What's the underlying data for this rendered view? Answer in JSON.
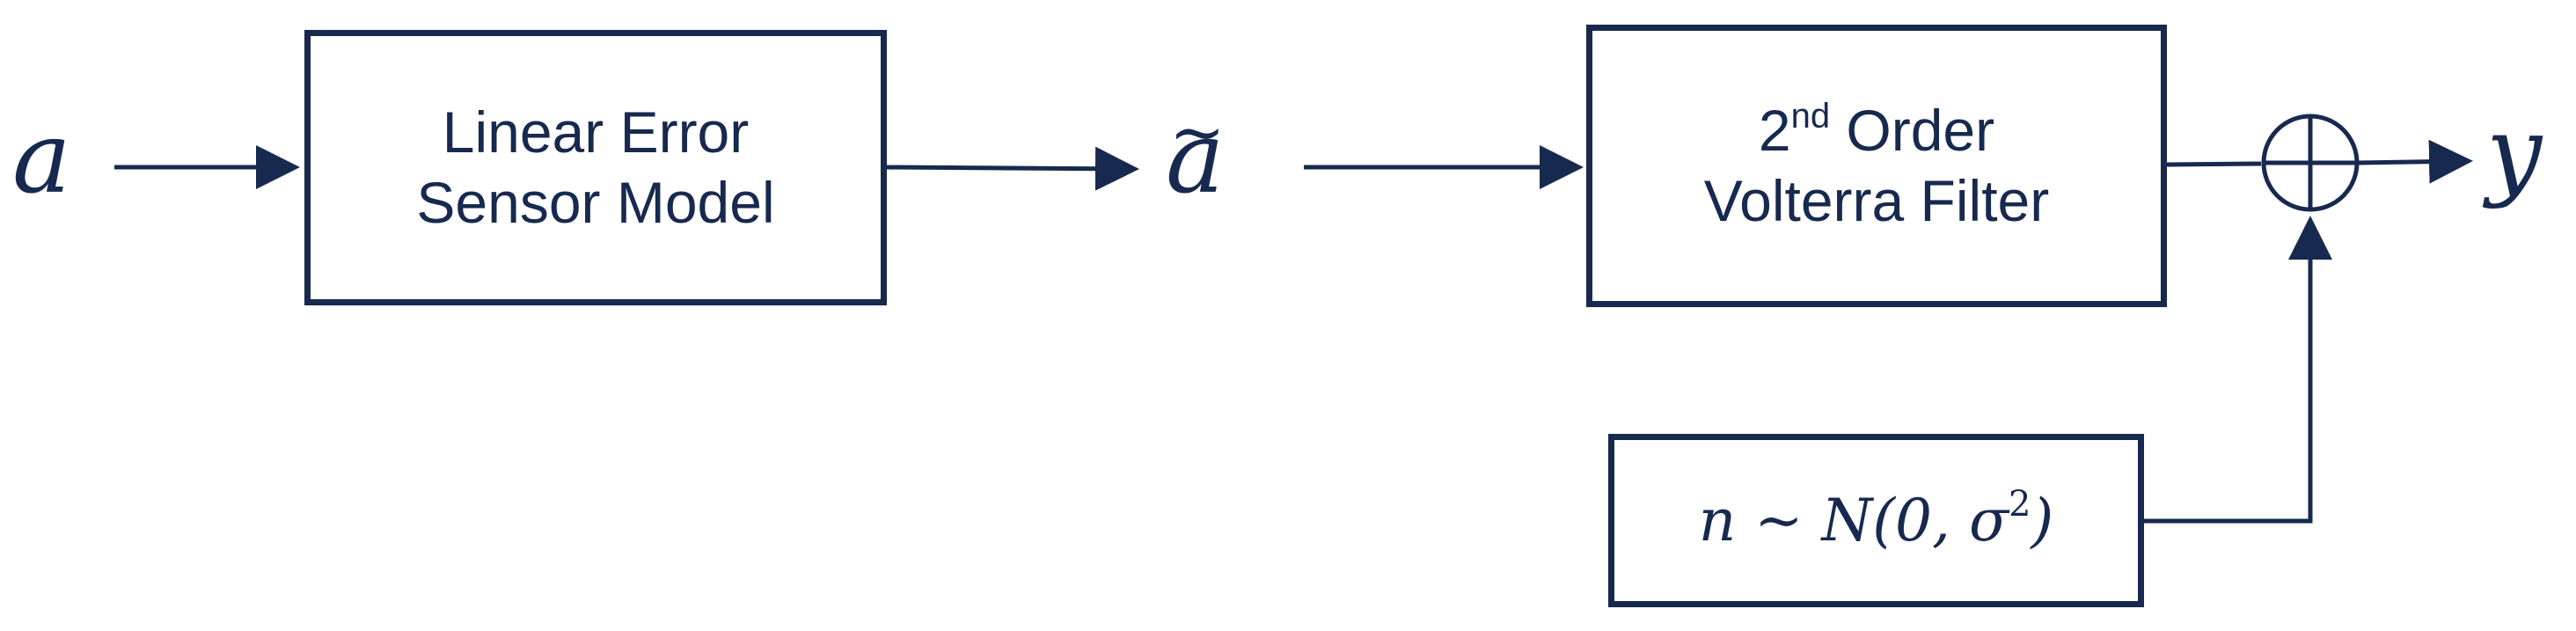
{
  "inputs": {
    "a": "a",
    "a_tilde": "a",
    "tilde": "~",
    "y": "y"
  },
  "blocks": {
    "linear": {
      "line1": "Linear Error",
      "line2": "Sensor Model"
    },
    "volterra": {
      "line1_prefix": "2",
      "line1_sup": "nd",
      "line1_suffix": " Order",
      "line2": "Volterra Filter"
    },
    "noise": {
      "n": "n",
      "tilde": " ~ ",
      "dist": "N",
      "open": "(0, σ",
      "exp": "2",
      "close": ")"
    }
  },
  "colors": {
    "ink": "#17294f",
    "background": "#ffffff"
  }
}
